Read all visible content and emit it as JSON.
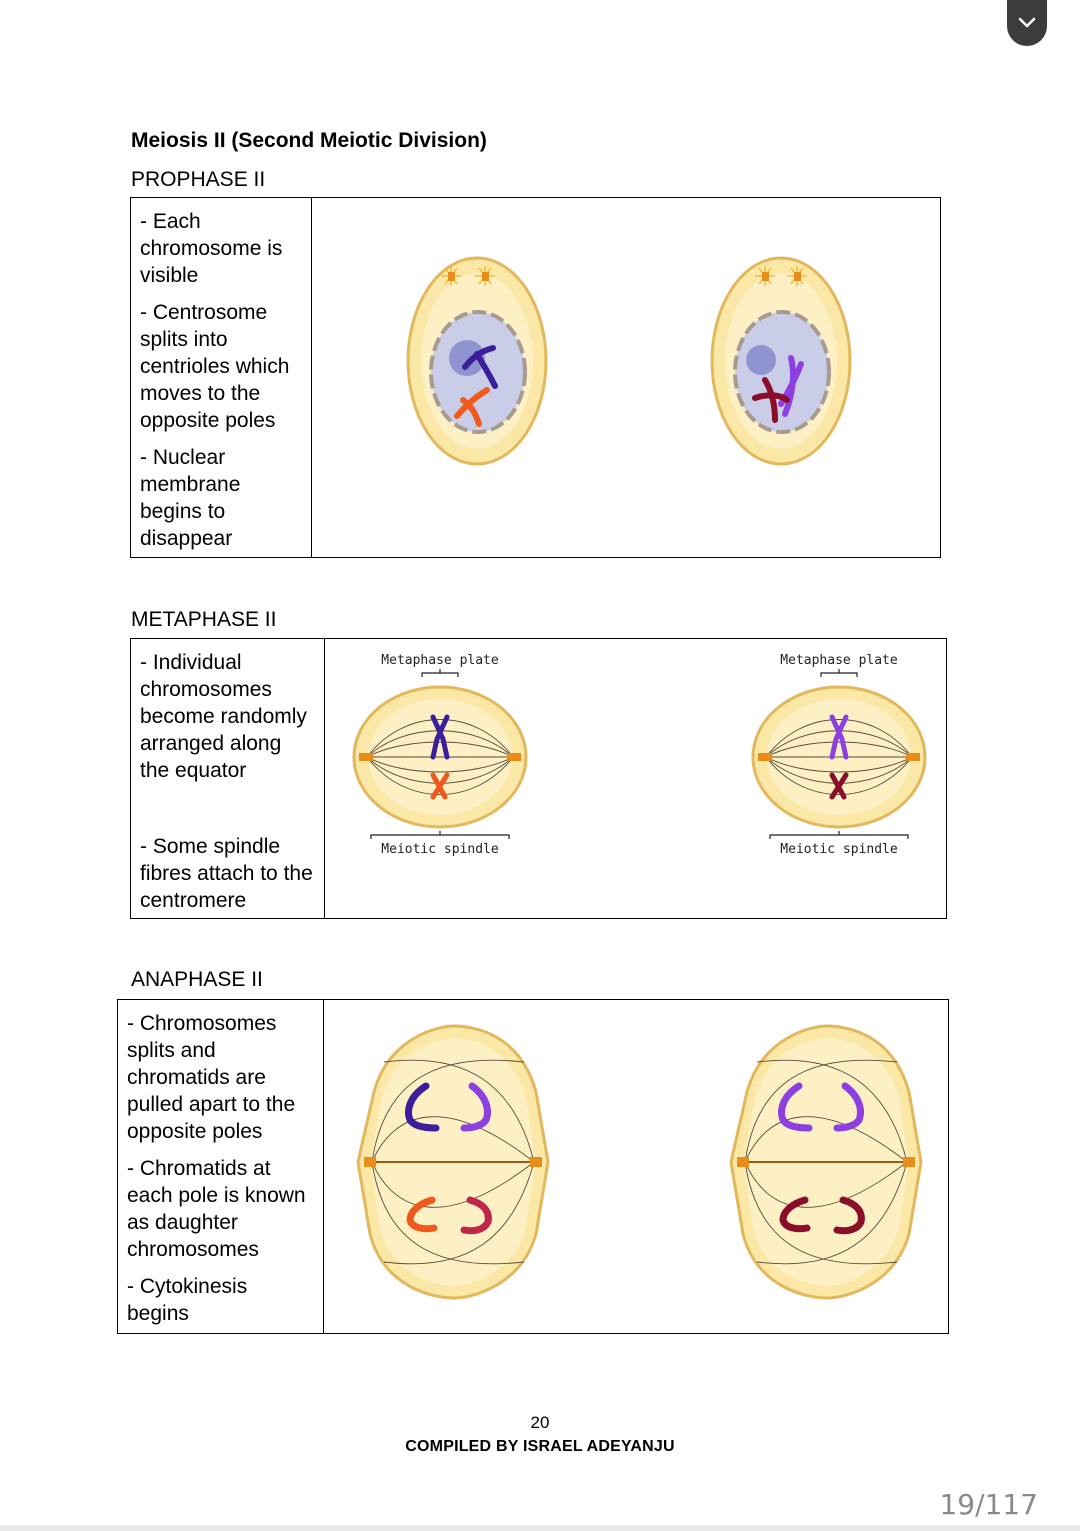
{
  "doc": {
    "heading": "Meiosis II (Second Meiotic Division)",
    "page_number": "20",
    "footer": "COMPILED BY ISRAEL ADEYANJU",
    "page_counter": "19/117"
  },
  "prophase": {
    "title": "PROPHASE II",
    "points": [
      "- Each chromosome is visible",
      "- Centrosome splits into centrioles which moves to the opposite poles",
      "- Nuclear membrane begins to disappear"
    ]
  },
  "metaphase": {
    "title": "METAPHASE II",
    "points": [
      "- Individual chromosomes become randomly arranged along the equator",
      "- Some spindle fibres attach to the centromere"
    ],
    "plate_label": "Metaphase plate",
    "spindle_label": "Meiotic spindle"
  },
  "anaphase": {
    "title": "ANAPHASE II",
    "points": [
      "- Chromosomes splits and chromatids are pulled apart to the opposite poles",
      "- Chromatids at each pole is known as daughter chromosomes",
      "- Cytokinesis begins"
    ]
  },
  "colors": {
    "cell_fill": "#fbe7a6",
    "cell_edge": "#e3b75c",
    "nucleus": "#c9cde8",
    "blue_chromosome": "#3b1f9a",
    "purple_chromosome": "#8e3fe0",
    "orange_chromosome": "#ef5a1c",
    "red_chromosome": "#8a0d2a"
  }
}
